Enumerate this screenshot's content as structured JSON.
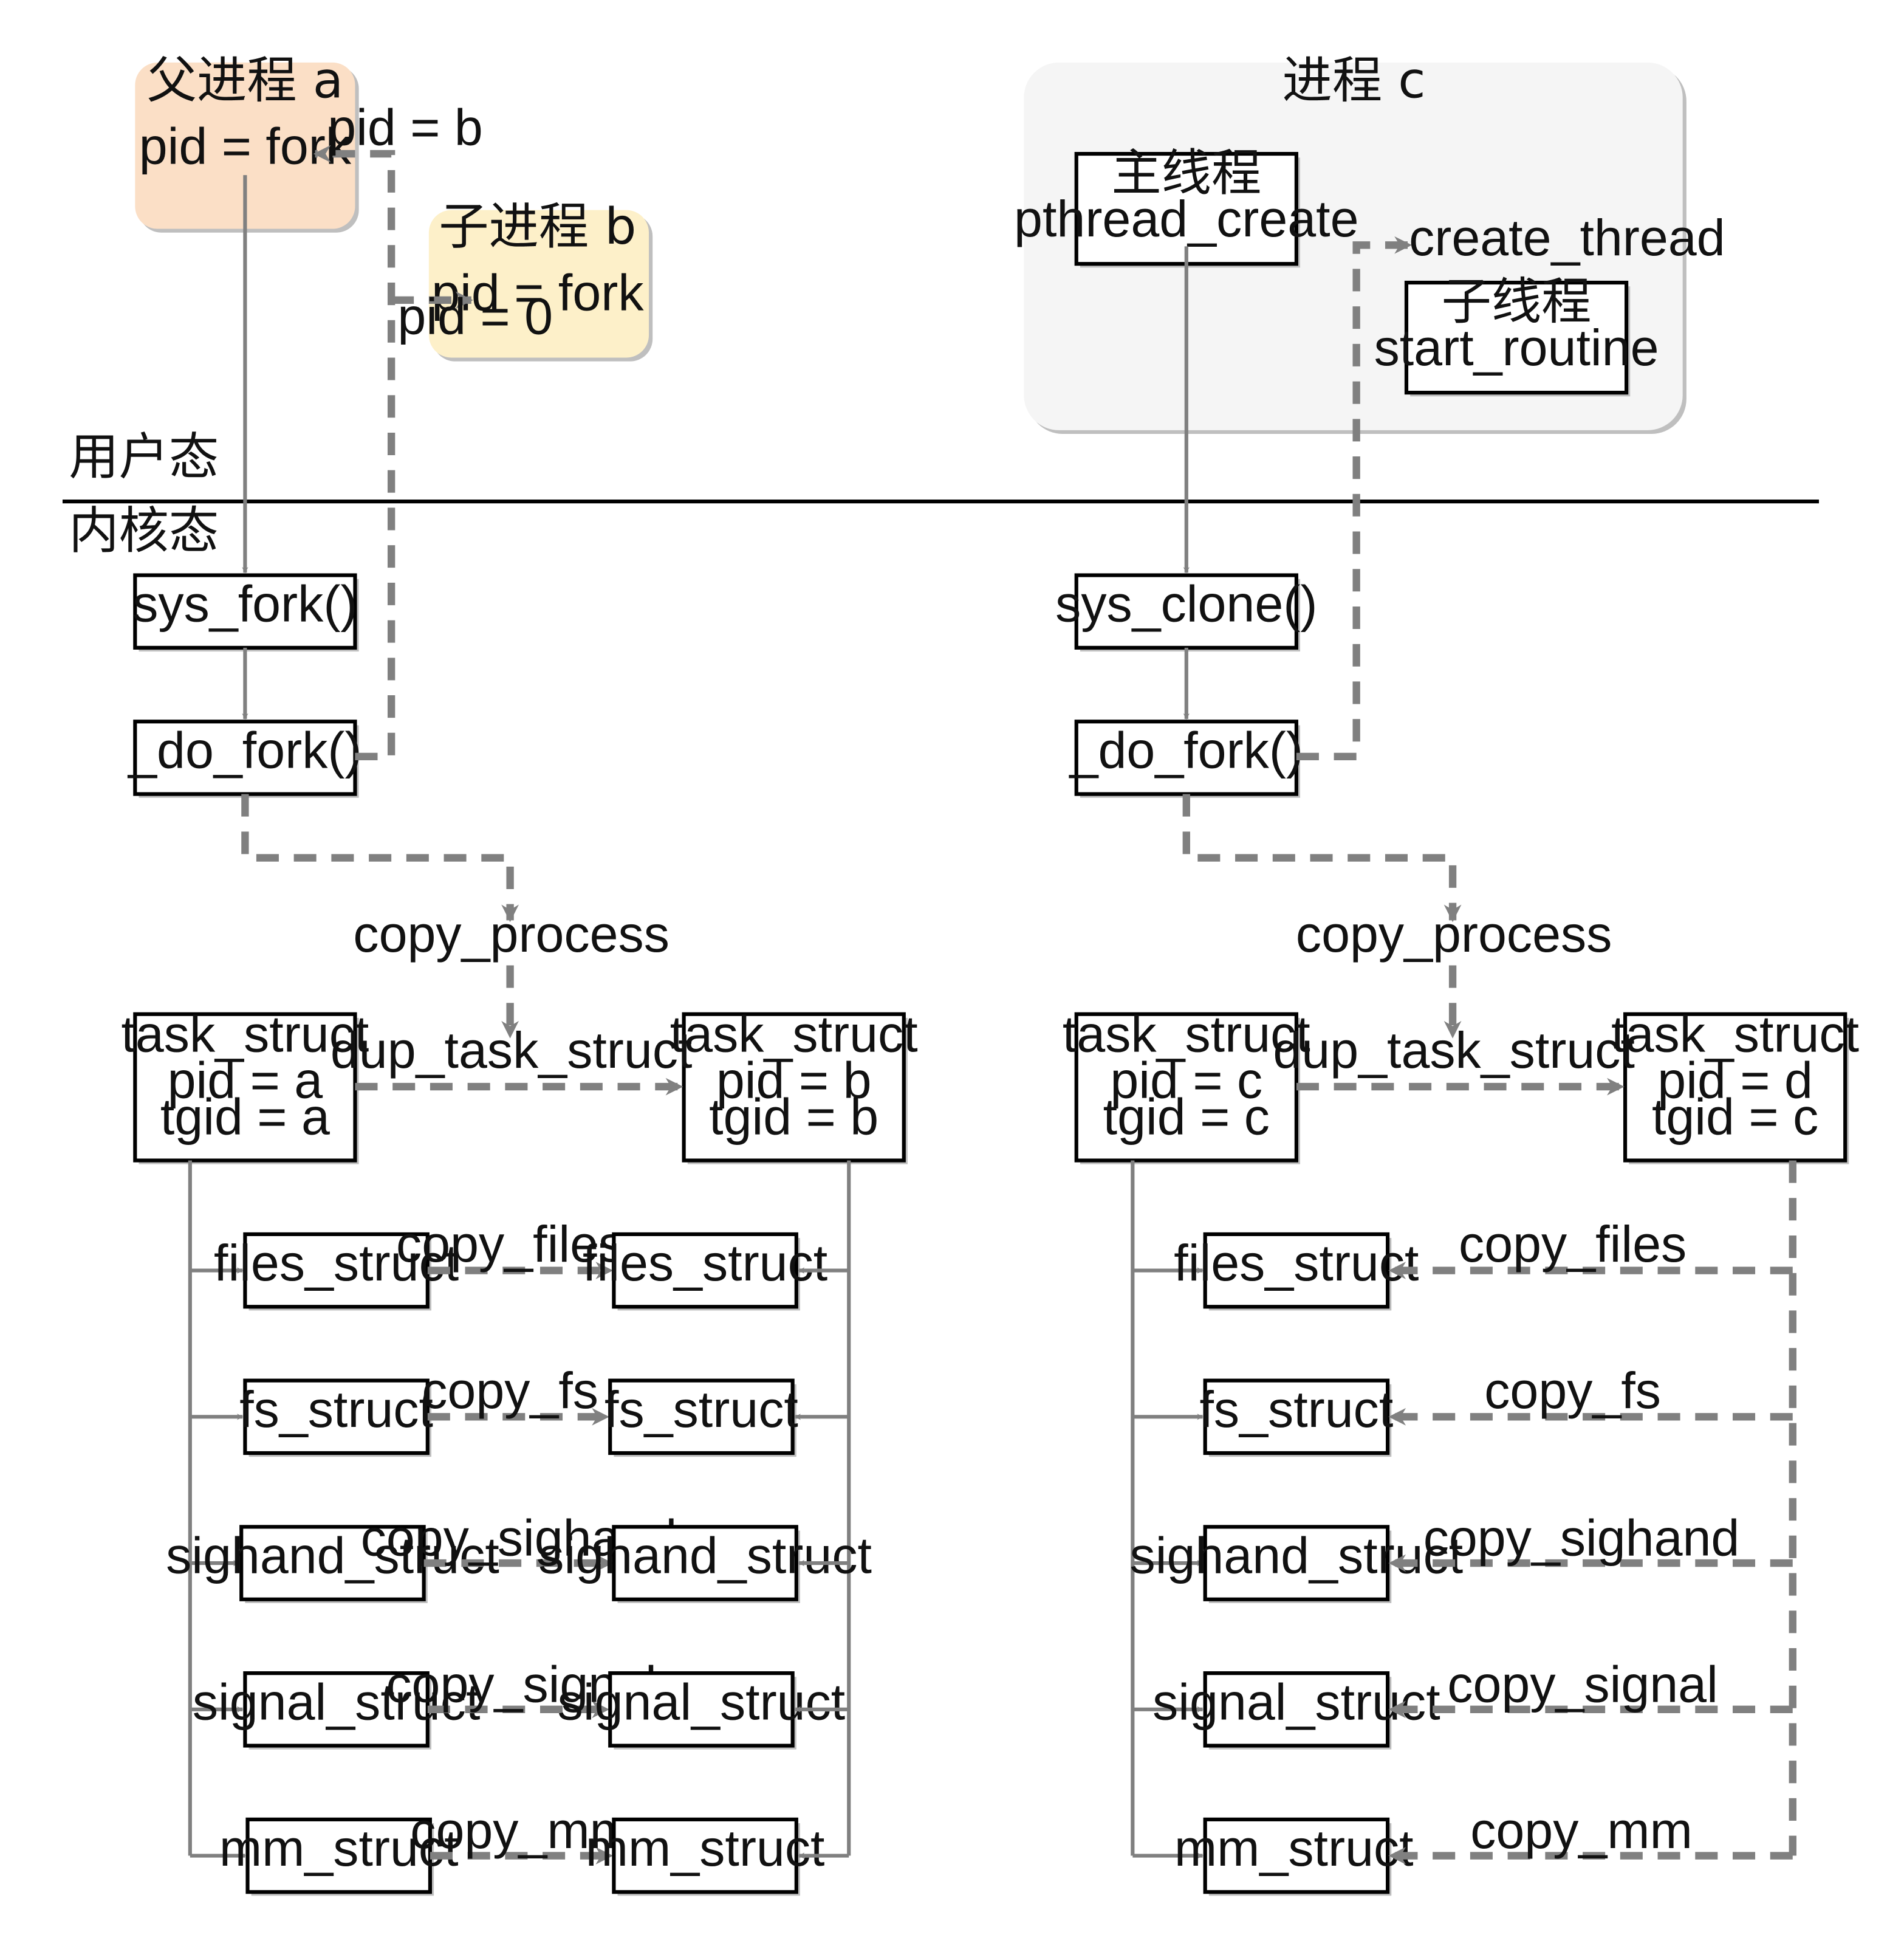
{
  "regions": {
    "user_mode": "用户态",
    "kernel_mode": "内核态"
  },
  "fork_side": {
    "parent": {
      "title": "父进程 a",
      "call": "pid = fork"
    },
    "child": {
      "title": "子进程 b",
      "call": "pid = fork"
    },
    "return_parent": "pid = b",
    "return_child": "pid = 0",
    "syscall": "sys_fork()",
    "do_fork": "_do_fork()",
    "copy_process": "copy_process",
    "dup_task_struct": "dup_task_struct",
    "task_parent": {
      "title": "task_struct",
      "pid": "pid = a",
      "tgid": "tgid = a"
    },
    "task_child": {
      "title": "task_struct",
      "pid": "pid = b",
      "tgid": "tgid = b"
    },
    "structs": [
      {
        "left": "files_struct",
        "op": "copy_files",
        "right": "files_struct"
      },
      {
        "left": "fs_struct",
        "op": "copy_fs",
        "right": "fs_struct"
      },
      {
        "left": "sighand_struct",
        "op": "copy_sighand",
        "right": "sighand_struct"
      },
      {
        "left": "signal_struct",
        "op": "copy_signal",
        "right": "signal_struct"
      },
      {
        "left": "mm_struct",
        "op": "copy_mm",
        "right": "mm_struct"
      }
    ]
  },
  "thread_side": {
    "process": "进程 c",
    "main_thread": {
      "title": "主线程",
      "call": "pthread_create"
    },
    "sub_thread": {
      "title": "子线程",
      "call": "start_routine"
    },
    "create_thread": "create_thread",
    "syscall": "sys_clone()",
    "do_fork": "_do_fork()",
    "copy_process": "copy_process",
    "dup_task_struct": "dup_task_struct",
    "task_main": {
      "title": "task_struct",
      "pid": "pid = c",
      "tgid": "tgid = c"
    },
    "task_thread": {
      "title": "task_struct",
      "pid": "pid = d",
      "tgid": "tgid = c"
    },
    "structs": [
      {
        "left": "files_struct",
        "op": "copy_files"
      },
      {
        "left": "fs_struct",
        "op": "copy_fs"
      },
      {
        "left": "sighand_struct",
        "op": "copy_sighand"
      },
      {
        "left": "signal_struct",
        "op": "copy_signal"
      },
      {
        "left": "mm_struct",
        "op": "copy_mm"
      }
    ]
  }
}
